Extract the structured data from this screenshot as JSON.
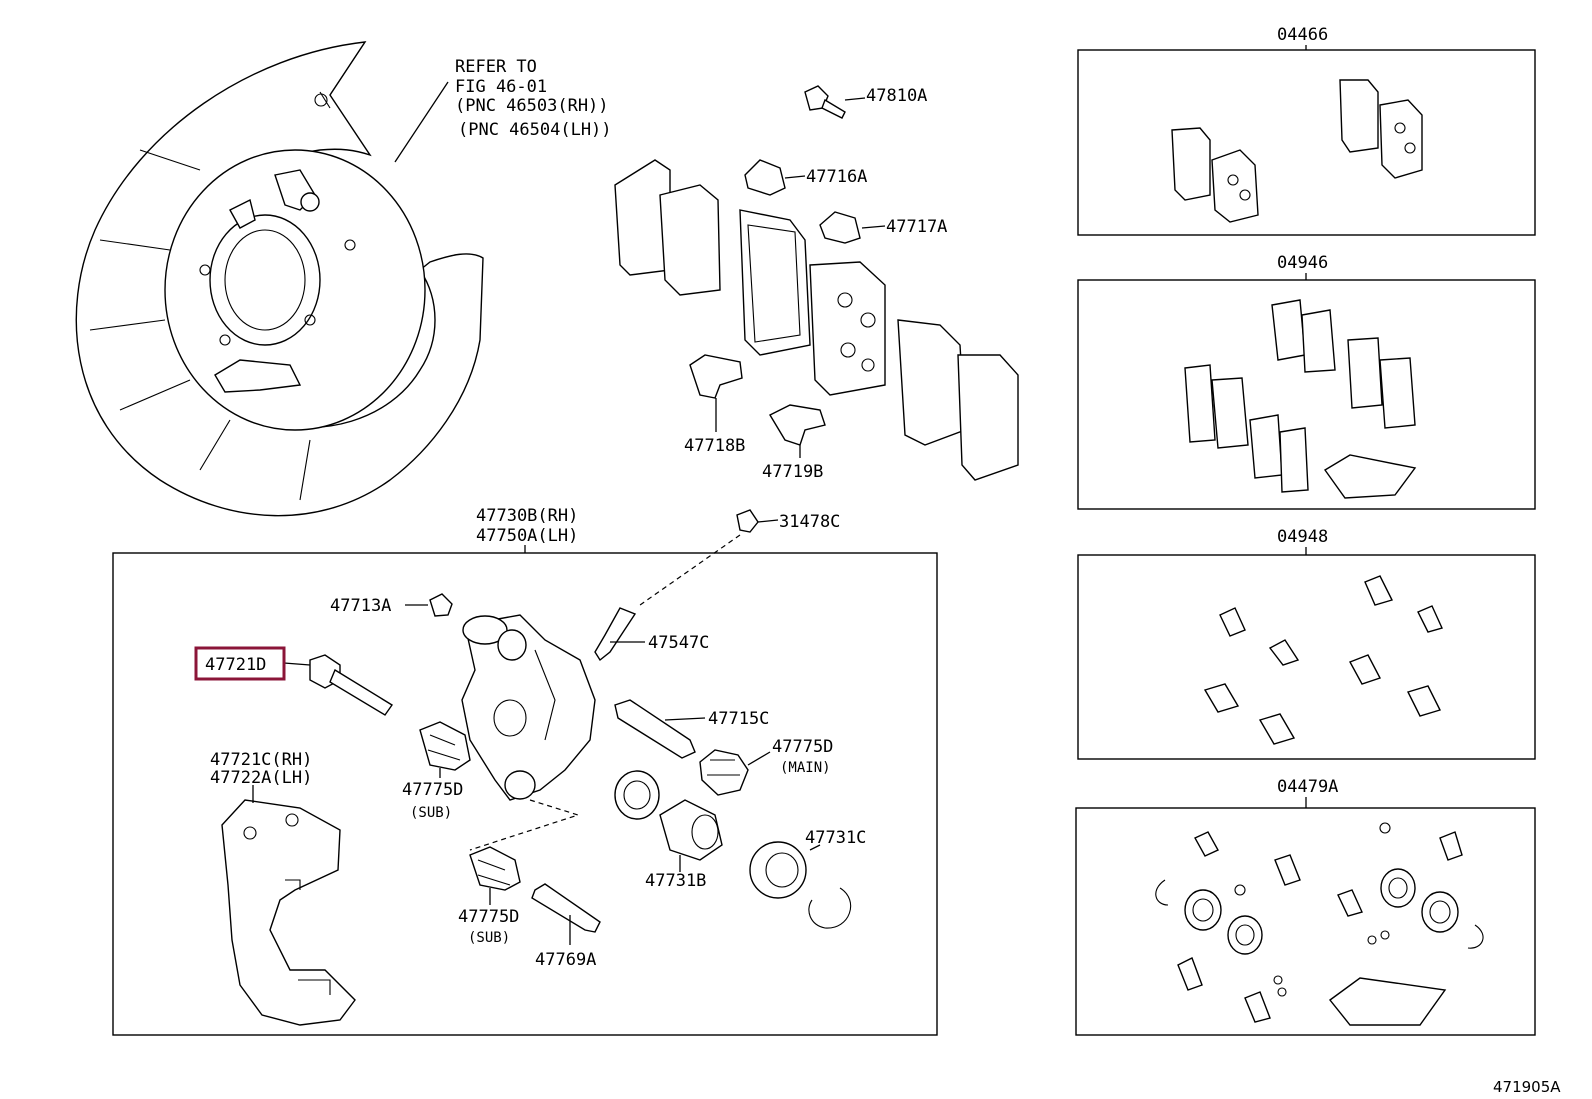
{
  "refer_note": {
    "line1": "REFER TO",
    "line2": "FIG 46-01",
    "line3": "(PNC 46503(RH))",
    "line4": "(PNC 46504(LH))"
  },
  "labels": {
    "p47810A": "47810A",
    "p47716A": "47716A",
    "p47717A": "47717A",
    "p47718B": "47718B",
    "p47719B": "47719B",
    "p31478C": "31478C",
    "p47730B": "47730B(RH)",
    "p47750A": "47750A(LH)",
    "p47713A": "47713A",
    "p47547C": "47547C",
    "p47721D": "47721D",
    "p47715C": "47715C",
    "p47775D_main": "47775D",
    "main_note": "(MAIN)",
    "p47775D_sub1": "47775D",
    "sub_note1": "(SUB)",
    "p47721C": "47721C(RH)",
    "p47722A": "47722A(LH)",
    "p47731C": "47731C",
    "p47731B": "47731B",
    "p47775D_sub2": "47775D",
    "sub_note2": "(SUB)",
    "p47769A": "47769A"
  },
  "kits": {
    "k04466": "04466",
    "k04946": "04946",
    "k04948": "04948",
    "k04479A": "04479A"
  },
  "figure_number": "471905A",
  "highlight_color": "#8b1538"
}
